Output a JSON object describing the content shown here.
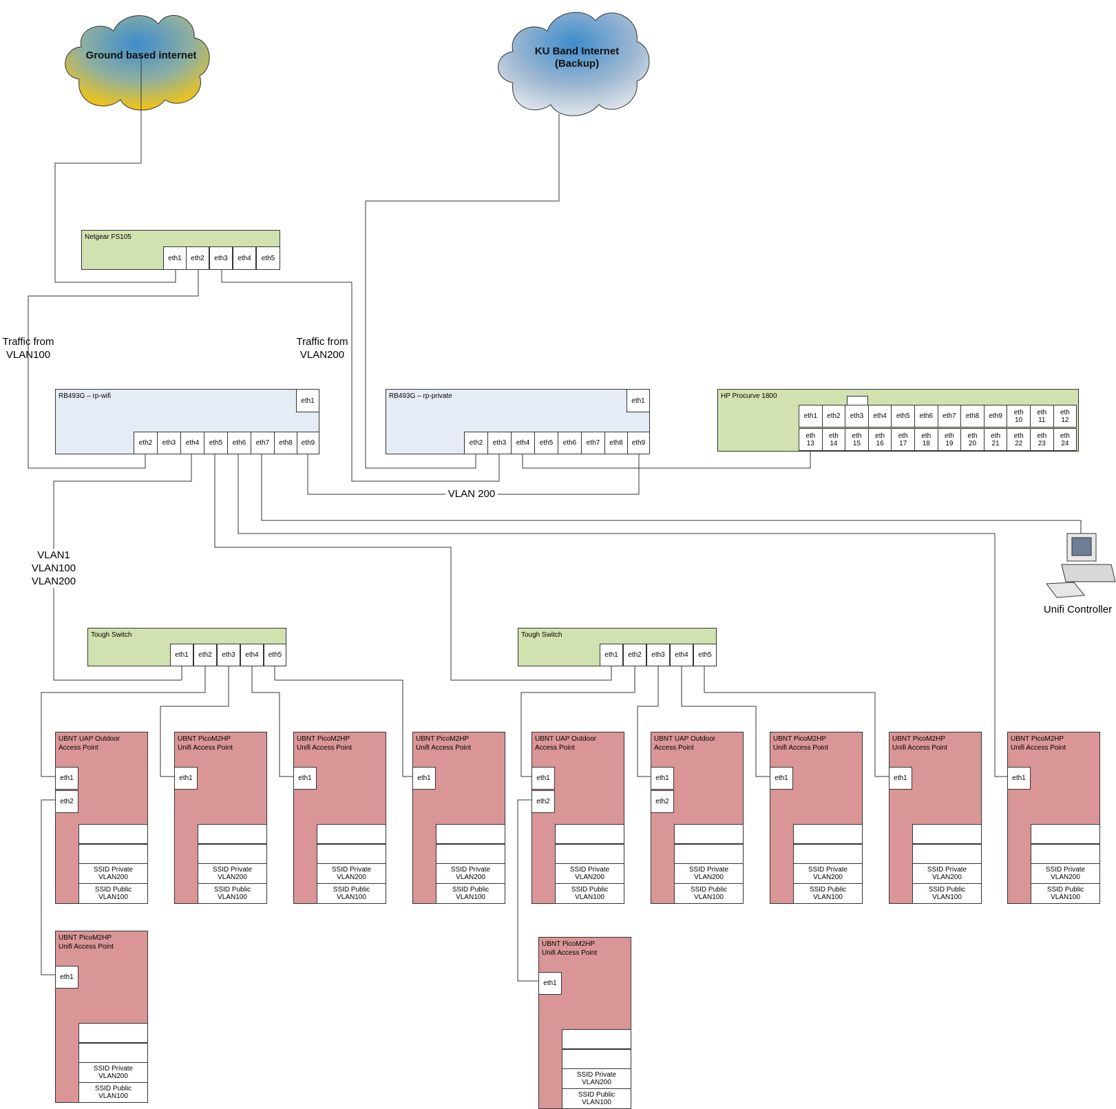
{
  "clouds": [
    {
      "label": "Ground based internet",
      "top_color": "#3d8ccc",
      "bottom_color": "#f2c414"
    },
    {
      "label": "KU Band Internet\n(Backup)",
      "top_color": "#3d8ccc",
      "bottom_color": "#dfe4ea"
    }
  ],
  "netgear": {
    "label": "Netgear FS105",
    "ports": [
      "eth1",
      "eth2",
      "eth3",
      "eth4",
      "eth5"
    ]
  },
  "rb_wifi": {
    "label": "RB493G – rp-wifi",
    "uplink": "eth1",
    "ports": [
      "eth2",
      "eth3",
      "eth4",
      "eth5",
      "eth6",
      "eth7",
      "eth8",
      "eth9"
    ]
  },
  "rb_private": {
    "label": "RB493G – rp-private",
    "uplink": "eth1",
    "ports": [
      "eth2",
      "eth3",
      "eth4",
      "eth5",
      "eth6",
      "eth7",
      "eth8",
      "eth9"
    ]
  },
  "hp": {
    "label": "HP Procurve 1800",
    "row1": [
      "eth1",
      "eth2",
      "eth3",
      "eth4",
      "eth5",
      "eth6",
      "eth7",
      "eth8",
      "eth9",
      "eth\n10",
      "eth\n11",
      "eth\n12"
    ],
    "row2": [
      "eth\n13",
      "eth\n14",
      "eth\n15",
      "eth\n16",
      "eth\n17",
      "eth\n18",
      "eth\n19",
      "eth\n20",
      "eth\n21",
      "eth\n22",
      "eth\n23",
      "eth\n24"
    ]
  },
  "tough_left": {
    "label": "Tough Switch",
    "ports": [
      "eth1",
      "eth2",
      "eth3",
      "eth4",
      "eth5"
    ]
  },
  "tough_right": {
    "label": "Tough Switch",
    "ports": [
      "eth1",
      "eth2",
      "eth3",
      "eth4",
      "eth5"
    ]
  },
  "notes": {
    "traffic_vlan100": "Traffic from\nVLAN100",
    "traffic_vlan200": "Traffic from\nVLAN200",
    "vlan_stack": "VLAN1\nVLAN100\nVLAN200",
    "vlan200": "VLAN 200",
    "unifi_controller": "Unifi Controller"
  },
  "ssid_private": "SSID Private\nVLAN200",
  "ssid_public": "SSID Public\nVLAN100",
  "access_points": [
    {
      "label": "UBNT UAP Outdoor\nAccess Point",
      "ports": [
        "eth1",
        "eth2"
      ]
    },
    {
      "label": "UBNT PicoM2HP\nUnifi Access Point",
      "ports": [
        "eth1"
      ]
    },
    {
      "label": "UBNT PicoM2HP\nUnifi Access Point",
      "ports": [
        "eth1"
      ]
    },
    {
      "label": "UBNT PicoM2HP\nUnifi Access Point",
      "ports": [
        "eth1"
      ]
    },
    {
      "label": "UBNT UAP Outdoor\nAccess Point",
      "ports": [
        "eth1",
        "eth2"
      ]
    },
    {
      "label": "UBNT UAP Outdoor\nAccess Point",
      "ports": [
        "eth1",
        "eth2"
      ]
    },
    {
      "label": "UBNT PicoM2HP\nUnifi Access Point",
      "ports": [
        "eth1"
      ]
    },
    {
      "label": "UBNT PicoM2HP\nUnifi Access Point",
      "ports": [
        "eth1"
      ]
    },
    {
      "label": "UBNT PicoM2HP\nUnifi Access Point",
      "ports": [
        "eth1"
      ]
    },
    {
      "label": "UBNT PicoM2HP\nUnifi Access Point",
      "ports": [
        "eth1"
      ]
    },
    {
      "label": "UBNT PicoM2HP\nUnifi Access Point",
      "ports": [
        "eth1"
      ]
    }
  ],
  "colors": {
    "switch_green": "#d1e2b0",
    "router_blue": "#e6ecf6",
    "ap_red": "#da9696",
    "wire": "#333333"
  }
}
